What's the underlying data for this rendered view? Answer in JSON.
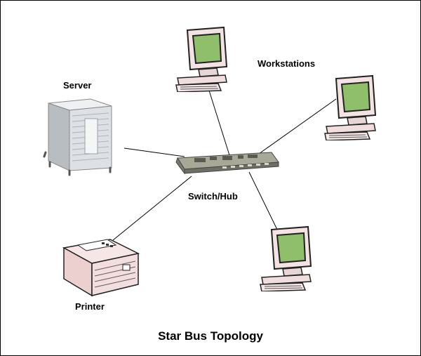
{
  "labels": {
    "server": "Server",
    "workstations": "Workstations",
    "switch": "Switch/Hub",
    "printer": "Printer",
    "title": "Star Bus Topology"
  },
  "colors": {
    "monitor_frame": "#f3e3e3",
    "monitor_screen": "#8fbf6a",
    "server_body": "#d2d6da",
    "printer_body": "#f2dede",
    "switch_board": "#9a9a8a",
    "wire": "#000000"
  },
  "icons": {
    "server": "server-tower-icon",
    "workstation": "workstation-computer-icon",
    "switch": "network-switch-icon",
    "printer": "laser-printer-icon"
  }
}
